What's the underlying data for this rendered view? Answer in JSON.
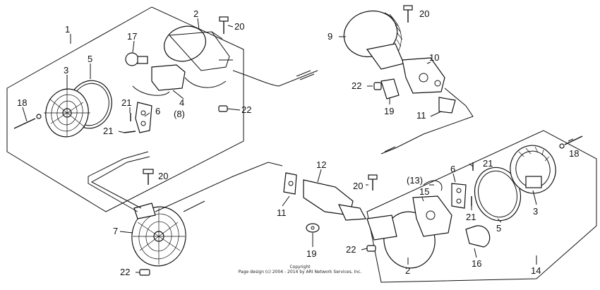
{
  "diagram": {
    "copyright_line1": "Copyright",
    "copyright_line2": "Page design (c) 2004 - 2014 by ARI Network Services, Inc.",
    "callouts": [
      {
        "id": "c1",
        "label": "1"
      },
      {
        "id": "c2a",
        "label": "2"
      },
      {
        "id": "c20a",
        "label": "20"
      },
      {
        "id": "c17",
        "label": "17"
      },
      {
        "id": "c5a",
        "label": "5"
      },
      {
        "id": "c3a",
        "label": "3"
      },
      {
        "id": "c18a",
        "label": "18"
      },
      {
        "id": "c4",
        "label": "4"
      },
      {
        "id": "c21a",
        "label": "21"
      },
      {
        "id": "c6a",
        "label": "6"
      },
      {
        "id": "c8",
        "label": "(8)"
      },
      {
        "id": "c21b",
        "label": "21"
      },
      {
        "id": "c22a",
        "label": "22"
      },
      {
        "id": "c9",
        "label": "9"
      },
      {
        "id": "c20b",
        "label": "20"
      },
      {
        "id": "c10",
        "label": "10"
      },
      {
        "id": "c22b",
        "label": "22"
      },
      {
        "id": "c19a",
        "label": "19"
      },
      {
        "id": "c11a",
        "label": "11"
      },
      {
        "id": "c20c",
        "label": "20"
      },
      {
        "id": "c12",
        "label": "12"
      },
      {
        "id": "c11b",
        "label": "11"
      },
      {
        "id": "c7",
        "label": "7"
      },
      {
        "id": "c22c",
        "label": "22"
      },
      {
        "id": "c19b",
        "label": "19"
      },
      {
        "id": "c20d",
        "label": "20"
      },
      {
        "id": "c13",
        "label": "(13)"
      },
      {
        "id": "c15",
        "label": "15"
      },
      {
        "id": "c6b",
        "label": "6"
      },
      {
        "id": "c21c",
        "label": "21"
      },
      {
        "id": "c21d",
        "label": "21"
      },
      {
        "id": "c18b",
        "label": "18"
      },
      {
        "id": "c3b",
        "label": "3"
      },
      {
        "id": "c5b",
        "label": "5"
      },
      {
        "id": "c22d",
        "label": "22"
      },
      {
        "id": "c2b",
        "label": "2"
      },
      {
        "id": "c16",
        "label": "16"
      },
      {
        "id": "c14",
        "label": "14"
      }
    ]
  }
}
